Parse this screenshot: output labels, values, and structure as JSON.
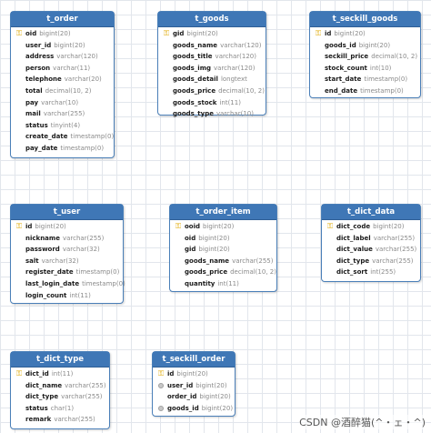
{
  "tables": [
    {
      "name": "t_order",
      "fields": [
        {
          "name": "oid",
          "type": "bigint(20)",
          "icon": "key"
        },
        {
          "name": "user_id",
          "type": "bigint(20)",
          "icon": "none"
        },
        {
          "name": "address",
          "type": "varchar(120)",
          "icon": "none"
        },
        {
          "name": "person",
          "type": "varchar(11)",
          "icon": "none"
        },
        {
          "name": "telephone",
          "type": "varchar(20)",
          "icon": "none"
        },
        {
          "name": "total",
          "type": "decimal(10, 2)",
          "icon": "none"
        },
        {
          "name": "pay",
          "type": "varchar(10)",
          "icon": "none"
        },
        {
          "name": "mail",
          "type": "varchar(255)",
          "icon": "none"
        },
        {
          "name": "status",
          "type": "tinyint(4)",
          "icon": "none"
        },
        {
          "name": "create_date",
          "type": "timestamp(0)",
          "icon": "none"
        },
        {
          "name": "pay_date",
          "type": "timestamp(0)",
          "icon": "none"
        }
      ]
    },
    {
      "name": "t_goods",
      "fields": [
        {
          "name": "gid",
          "type": "bigint(20)",
          "icon": "key"
        },
        {
          "name": "goods_name",
          "type": "varchar(120)",
          "icon": "none"
        },
        {
          "name": "goods_title",
          "type": "varchar(120)",
          "icon": "none"
        },
        {
          "name": "goods_img",
          "type": "varchar(120)",
          "icon": "none"
        },
        {
          "name": "goods_detail",
          "type": "longtext",
          "icon": "none"
        },
        {
          "name": "goods_price",
          "type": "decimal(10, 2)",
          "icon": "none"
        },
        {
          "name": "goods_stock",
          "type": "int(11)",
          "icon": "none"
        },
        {
          "name": "goods_type",
          "type": "varchar(10)",
          "icon": "none"
        }
      ]
    },
    {
      "name": "t_seckill_goods",
      "fields": [
        {
          "name": "id",
          "type": "bigint(20)",
          "icon": "key"
        },
        {
          "name": "goods_id",
          "type": "bigint(20)",
          "icon": "none"
        },
        {
          "name": "seckill_price",
          "type": "decimal(10, 2)",
          "icon": "none"
        },
        {
          "name": "stock_count",
          "type": "int(10)",
          "icon": "none"
        },
        {
          "name": "start_date",
          "type": "timestamp(0)",
          "icon": "none"
        },
        {
          "name": "end_date",
          "type": "timestamp(0)",
          "icon": "none"
        }
      ]
    },
    {
      "name": "t_user",
      "fields": [
        {
          "name": "id",
          "type": "bigint(20)",
          "icon": "key"
        },
        {
          "name": "nickname",
          "type": "varchar(255)",
          "icon": "none"
        },
        {
          "name": "password",
          "type": "varchar(32)",
          "icon": "none"
        },
        {
          "name": "salt",
          "type": "varchar(32)",
          "icon": "none"
        },
        {
          "name": "register_date",
          "type": "timestamp(0)",
          "icon": "none"
        },
        {
          "name": "last_login_date",
          "type": "timestamp(0)",
          "icon": "none"
        },
        {
          "name": "login_count",
          "type": "int(11)",
          "icon": "none"
        }
      ]
    },
    {
      "name": "t_order_item",
      "fields": [
        {
          "name": "ooid",
          "type": "bigint(20)",
          "icon": "key"
        },
        {
          "name": "oid",
          "type": "bigint(20)",
          "icon": "none"
        },
        {
          "name": "gid",
          "type": "bigint(20)",
          "icon": "none"
        },
        {
          "name": "goods_name",
          "type": "varchar(255)",
          "icon": "none"
        },
        {
          "name": "goods_price",
          "type": "decimal(10, 2)",
          "icon": "none"
        },
        {
          "name": "quantity",
          "type": "int(11)",
          "icon": "none"
        }
      ]
    },
    {
      "name": "t_dict_data",
      "fields": [
        {
          "name": "dict_code",
          "type": "bigint(20)",
          "icon": "key"
        },
        {
          "name": "dict_label",
          "type": "varchar(255)",
          "icon": "none"
        },
        {
          "name": "dict_value",
          "type": "varchar(255)",
          "icon": "none"
        },
        {
          "name": "dict_type",
          "type": "varchar(255)",
          "icon": "none"
        },
        {
          "name": "dict_sort",
          "type": "int(255)",
          "icon": "none"
        }
      ]
    },
    {
      "name": "t_dict_type",
      "fields": [
        {
          "name": "dict_id",
          "type": "int(11)",
          "icon": "key"
        },
        {
          "name": "dict_name",
          "type": "varchar(255)",
          "icon": "none"
        },
        {
          "name": "dict_type",
          "type": "varchar(255)",
          "icon": "none"
        },
        {
          "name": "status",
          "type": "char(1)",
          "icon": "none"
        },
        {
          "name": "remark",
          "type": "varchar(255)",
          "icon": "none"
        }
      ]
    },
    {
      "name": "t_seckill_order",
      "fields": [
        {
          "name": "id",
          "type": "bigint(20)",
          "icon": "key"
        },
        {
          "name": "user_id",
          "type": "bigint(20)",
          "icon": "dot"
        },
        {
          "name": "order_id",
          "type": "bigint(20)",
          "icon": "none"
        },
        {
          "name": "goods_id",
          "type": "bigint(20)",
          "icon": "dot"
        }
      ]
    }
  ],
  "watermark": "CSDN @酒醉猫(^・ェ・^)",
  "colors": {
    "header": "#3f77b6",
    "border": "#4a7fb8",
    "key": "#e0a800"
  }
}
